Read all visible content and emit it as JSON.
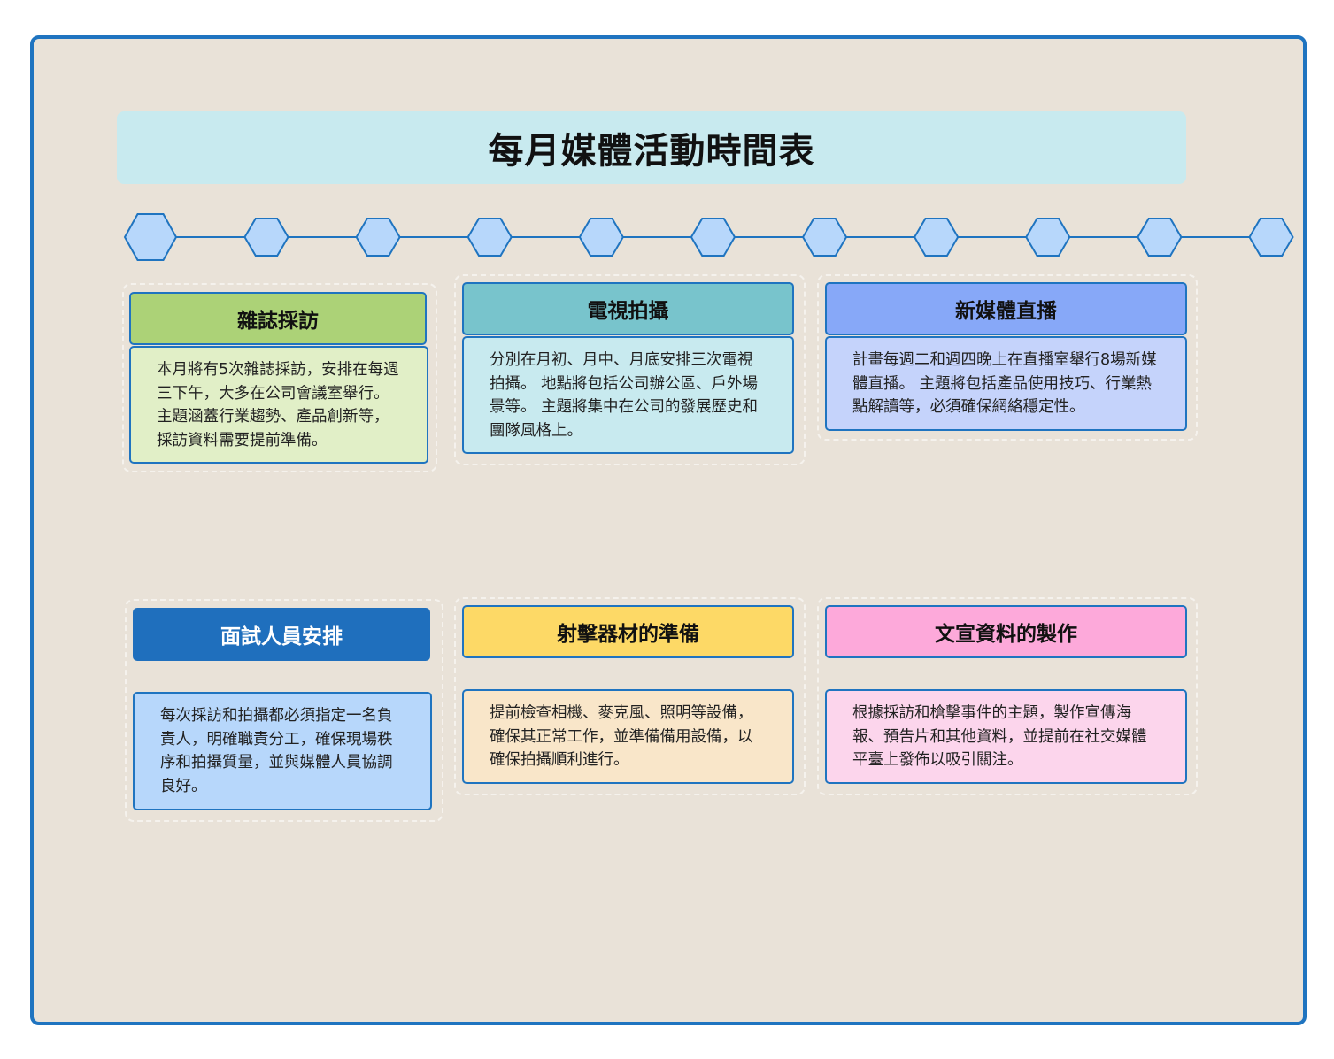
{
  "title": "每月媒體活動時間表",
  "colors": {
    "frame_border": "#1f74c0",
    "background": "#e9e2d8",
    "title_bg": "#c8eaef",
    "hexagon_fill": "#b7d7fb",
    "hexagon_stroke": "#1f74c0"
  },
  "timeline": {
    "node_count": 11,
    "node_shape": "hexagon"
  },
  "cards": [
    {
      "heading": "雜誌採訪",
      "text": "本月將有5次雜誌採訪，安排在每週三下午，大多在公司會議室舉行。 主題涵蓋行業趨勢、產品創新等，採訪資料需要提前準備。",
      "head_color": "#acd277",
      "body_color": "#e1efc7",
      "head_text_color": "#111111"
    },
    {
      "heading": "電視拍攝",
      "text": "分別在月初、月中、月底安排三次電視拍攝。 地點將包括公司辦公區、戶外場景等。 主題將集中在公司的發展歷史和團隊風格上。",
      "head_color": "#78c4cc",
      "body_color": "#c8eaef",
      "head_text_color": "#111111"
    },
    {
      "heading": "新媒體直播",
      "text": "計畫每週二和週四晚上在直播室舉行8場新媒體直播。 主題將包括產品使用技巧、行業熱點解讀等，必須確保網絡穩定性。",
      "head_color": "#87a8f8",
      "body_color": "#c5d3fb",
      "head_text_color": "#111111"
    },
    {
      "heading": "面試人員安排",
      "text": "每次採訪和拍攝都必須指定一名負責人，明確職責分工，確保現場秩序和拍攝質量，並與媒體人員協調良好。",
      "head_color": "#1f6fbd",
      "body_color": "#b7d7fb",
      "head_text_color": "#ffffff"
    },
    {
      "heading": "射擊器材的準備",
      "text": "提前檢查相機、麥克風、照明等設備，確保其正常工作，並準備備用設備，以確保拍攝順利進行。",
      "head_color": "#fdd966",
      "body_color": "#f9e6c9",
      "head_text_color": "#111111"
    },
    {
      "heading": "文宣資料的製作",
      "text": "根據採訪和槍擊事件的主題，製作宣傳海報、預告片和其他資料，並提前在社交媒體平臺上發佈以吸引關注。",
      "head_color": "#fda9da",
      "body_color": "#fcd5ec",
      "head_text_color": "#111111"
    }
  ]
}
